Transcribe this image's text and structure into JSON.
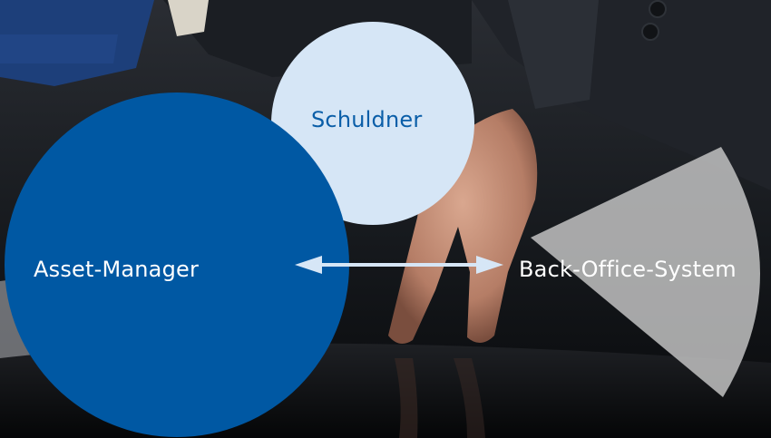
{
  "diagram": {
    "nodes": [
      {
        "id": "asset-manager",
        "label": "Asset-Manager",
        "color": "#0058a3"
      },
      {
        "id": "schuldner",
        "label": "Schuldner",
        "color": "#d6e6f6",
        "text_color": "#0a5ea8"
      },
      {
        "id": "back-office",
        "label": "Back-Office-System",
        "color": "#c8c8c8"
      }
    ],
    "edges": [
      {
        "from": "asset-manager",
        "to": "back-office",
        "direction": "both",
        "color": "#d6e6f6"
      }
    ]
  },
  "background": {
    "description_colors": {
      "table": "#0d0f12",
      "suit": "#1c1f24"
    }
  }
}
